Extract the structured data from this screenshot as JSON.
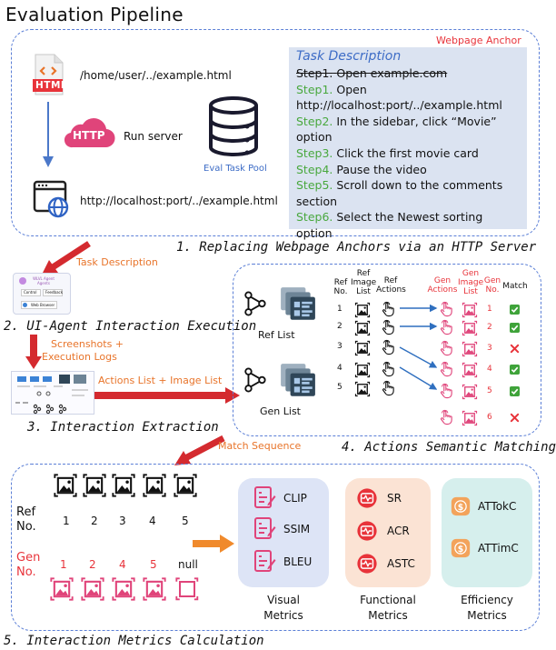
{
  "title": "Evaluation Pipeline",
  "stage1": {
    "html_icon_text": "HTML",
    "html_path": "/home/user/../example.html",
    "http_icon_text": "HTTP",
    "run_server": "Run server",
    "eval_pool": "Eval Task Pool",
    "url": "http://localhost:port/../example.html",
    "webpage_anchor": "Webpage Anchor",
    "task": {
      "heading": "Task Description",
      "old_step_label": "Step1.",
      "old_step_text": "Open example.com",
      "step1_label": "Step1.",
      "step1_text": "Open",
      "step1_url": "http://localhost:port/../example.html",
      "step2_label": "Step2.",
      "step2_text": "In the sidebar, click “Movie”",
      "step2_cont": "option",
      "step3_label": "Step3.",
      "step3_text": "Click the first movie card",
      "step4_label": "Step4.",
      "step4_text": "Pause the video",
      "step5_label": "Step5.",
      "step5_text": "Scroll down to the comments",
      "step5_cont": "section",
      "step6_label": "Step6.",
      "step6_text": "Select the Newest sorting",
      "step6_cont": "option"
    },
    "caption": "1. Replacing Webpage Anchors via an HTTP Server"
  },
  "stage2": {
    "task_description": "Task Description",
    "thumb_title": "WLVL Agent Agents",
    "thumb_btn1": "Control",
    "thumb_btn2": "Feedback",
    "thumb_btn3": "Web Browser",
    "caption": "2. UI-Agent Interaction Execution",
    "screenshots": "Screenshots +",
    "logs": "Execution Logs"
  },
  "stage3": {
    "caption": "3. Interaction Extraction",
    "actions_list": "Actions List + Image List"
  },
  "stage4": {
    "ref_list": "Ref List",
    "gen_list": "Gen List",
    "hdr_ref_no_1": "Ref",
    "hdr_ref_no_2": "No.",
    "hdr_ref_img_1": "Ref",
    "hdr_ref_img_2": "Image",
    "hdr_ref_img_3": "List",
    "hdr_ref_act_1": "Ref",
    "hdr_ref_act_2": "Actions",
    "hdr_gen_act_1": "Gen",
    "hdr_gen_act_2": "Actions",
    "hdr_gen_img_1": "Gen",
    "hdr_gen_img_2": "Image",
    "hdr_gen_img_3": "List",
    "hdr_gen_no_1": "Gen",
    "hdr_gen_no_2": "No.",
    "hdr_match": "Match",
    "ref_numbers": [
      "1",
      "2",
      "3",
      "4",
      "5"
    ],
    "gen_numbers": [
      "1",
      "2",
      "3",
      "4",
      "5",
      "6"
    ],
    "match": [
      "check",
      "check",
      "cross",
      "check",
      "check",
      "cross"
    ],
    "caption": "4. Actions Semantic Matching",
    "match_sequence": "Match Sequence"
  },
  "stage5": {
    "ref_label_1": "Ref",
    "ref_label_2": "No.",
    "gen_label_1": "Gen",
    "gen_label_2": "No.",
    "ref_numbers": [
      "1",
      "2",
      "3",
      "4",
      "5"
    ],
    "gen_numbers": [
      "1",
      "2",
      "4",
      "5",
      "null"
    ],
    "visual": [
      "CLIP",
      "SSIM",
      "BLEU"
    ],
    "functional": [
      "SR",
      "ACR",
      "ASTC"
    ],
    "efficiency": [
      "ATTokC",
      "ATTimC"
    ],
    "visual_label_1": "Visual",
    "visual_label_2": "Metrics",
    "functional_label_1": "Functional",
    "functional_label_2": "Metrics",
    "efficiency_label_1": "Efficiency",
    "efficiency_label_2": "Metrics",
    "caption": "5. Interaction Metrics Calculation"
  },
  "colors": {
    "accent_blue": "#5b7fd6",
    "red": "#e8333a",
    "pink": "#e0447a",
    "green": "#49a83e",
    "orange": "#e8742a",
    "visual_bg": "#dde4f6",
    "functional_bg": "#fbe3d4",
    "efficiency_bg": "#d6efed"
  }
}
